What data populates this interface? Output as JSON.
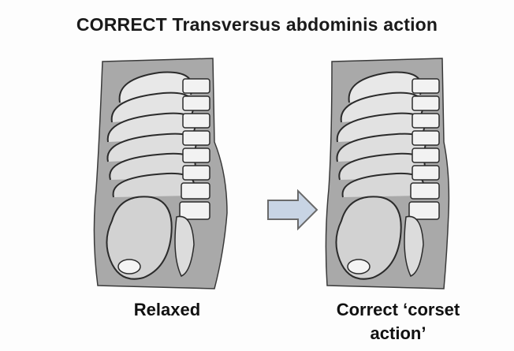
{
  "title": "CORRECT Transversus abdominis action",
  "labels": {
    "relaxed": "Relaxed",
    "corset_line1": "Correct ‘corset",
    "corset_line2": "action’"
  },
  "colors": {
    "panel": "#a9a9a9",
    "bone": "#ececec",
    "bone_shade": "#c8c8c8",
    "outline": "#2b2b2b",
    "arrow_fill": "#c8d4e4"
  }
}
